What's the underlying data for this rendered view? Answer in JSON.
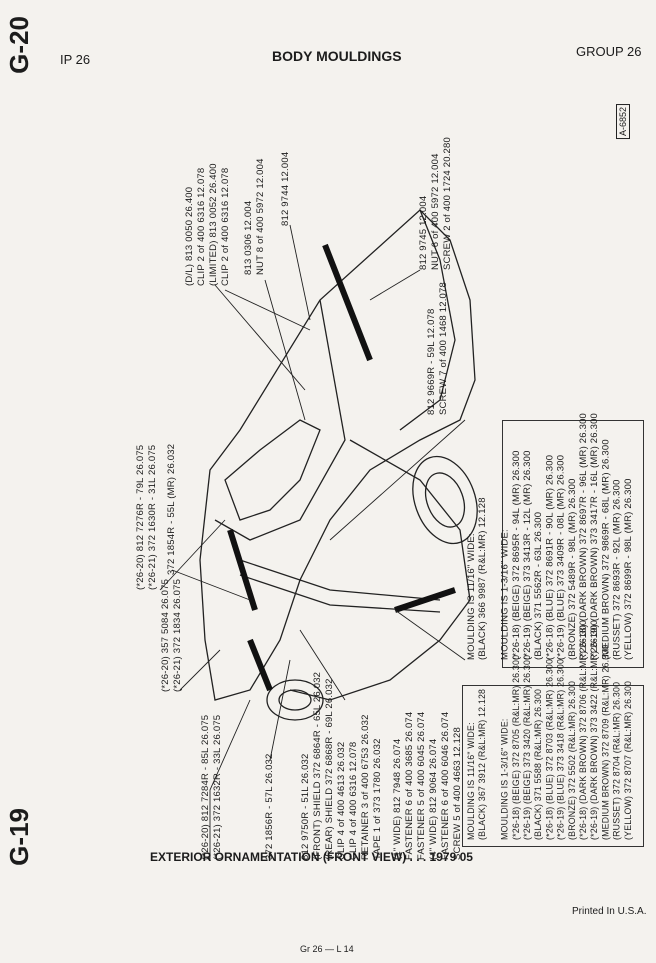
{
  "header": {
    "page_code_top": "G-20",
    "ip": "IP 26",
    "title": "BODY MOULDINGS",
    "group": "GROUP 26",
    "ref": "A-6852"
  },
  "footer": {
    "page_code_bottom": "G-19",
    "caption": "EXTERIOR ORNAMENTATION (FRONT VIEW) . . . 1979  05",
    "printed": "Printed In U.S.A.",
    "page_ref": "Gr 26 — L 14"
  },
  "callouts": {
    "clips": [
      "(D/L) 813 0050  26.400",
      "CLIP 2 of 400 6316  12.078",
      "(LIMITED) 813 0052  26.400",
      "CLIP 2 of 400 6316  12.078"
    ],
    "nut8": [
      "813 0306  12.004",
      "NUT 8 of 400 5972  12.004"
    ],
    "p9744": [
      "812 9744  12.004"
    ],
    "p9745": [
      "812 9745  12.004",
      "NUT 6 of 400 5972  12.004",
      "SCREW 2 of 400 1724  20.280"
    ],
    "p9669": [
      "812 9669R - 59L  12.078",
      "SCREW 7 of 400 1468  12.078"
    ],
    "p7276": [
      "(*26-20) 812 7276R - 79L  26.075",
      "(*26-21) 372 1630R - 31L  26.075"
    ],
    "p1854": [
      "372 1854R - 55L (MR)  26.032"
    ],
    "p5084": [
      "(*26-20) 357 5084  26.075",
      "(*26-21) 372 1834  26.075"
    ],
    "p7284": [
      "(*26-20) 812 7284R - 85L  26.075",
      "(*26-21) 372 1632R - 33L  26.075"
    ],
    "p1856": [
      "372 1856R - 57L  26.032"
    ],
    "p9750": [
      "812 9750R - 51L  26.032",
      "(FRONT) SHIELD 372 6864R - 65L  26.032",
      "(REAR) SHIELD 372 6868R - 69L  26.032",
      "CLIP 4 of 400 4613  26.032",
      "CLIP 4 of 400 6316  12.078",
      "RETAINER 3 of 400 6753  26.032",
      "TAPE 1 of 373 1780  26.032"
    ],
    "p7948": [
      "(1\" WIDE) 812 7948  26.074",
      "FASTENER 6 of 400 3685  26.074",
      "FASTENER 5 of 400 6045  26.074",
      "(4\" WIDE) 812 9064  26.074",
      "FASTENER 6 of 400 6046  26.074",
      "SCREW 5 of 400 4663  12.128"
    ]
  },
  "box_upper": {
    "lines": [
      "MOULDING IS 11/16\" WIDE:",
      "(BLACK) 366 9987 (R&L:MR)  12.128",
      "",
      "MOULDING IS 1-3/16\" WIDE:",
      "(*26-18) (BEIGE) 372 8695R - 94L (MR)  26.300",
      "(*26-19) (BEIGE) 373 3413R - 12L (MR)  26.300",
      "(BLACK) 371 5562R - 63L  26.300",
      "(*26-18) (BLUE) 372 8691R - 90L (MR)  26.300",
      "(*26-19) (BLUE) 373 3409R - 08L (MR)  26.300",
      "(BRONZE) 372 5489R - 98L (MR)  26.300",
      "(*26-18) (DARK BROWN) 372 8697R - 96L (MR)  26.300",
      "(*26-19) (DARK BROWN) 373 3417R - 16L (MR)  26.300",
      "(MEDIUM BROWN) 372 9869R - 68L (MR)  26.300",
      "(RUSSET) 372 8693R - 92L (MR)  26.300",
      "(YELLOW) 372 8699R - 98L (MR)  26.300"
    ]
  },
  "box_lower": {
    "lines": [
      "MOULDING IS 11/16\" WIDE:",
      "(BLACK) 367 3912 (R&L:MR)  12.128",
      "",
      "MOULDING IS 1-3/16\" WIDE:",
      "(*26-18) (BEIGE) 372 8705 (R&L:MR)  26.300",
      "(*26-19) (BEIGE) 373 3420 (R&L:MR)  26.300",
      "(BLACK) 371 5588 (R&L:MR)  26.300",
      "(*26-18) (BLUE) 372 8703 (R&L:MR)  26.300",
      "(*26-19) (BLUE) 373 3418 (R&L:MR)  26.300",
      "(BRONZE) 372 5502 (R&L:MR)  26.300",
      "(*26-18) (DARK BROWN) 372 8706 (R&L:MR)  26.300",
      "(*26-19) (DARK BROWN) 373 3422 (R&L:MR)  26.300",
      "(MEDIUM BROWN) 372 8709 (R&L:MR)  26.300",
      "(RUSSET) 372 8704 (R&L:MR)  26.300",
      "(YELLOW) 372 8707 (R&L:MR)  26.300"
    ]
  }
}
